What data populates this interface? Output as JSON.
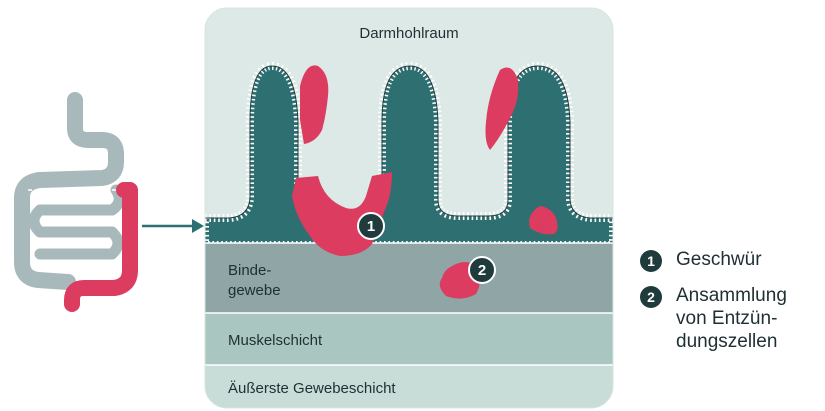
{
  "diagram": {
    "lumen_label": "Darmhohlraum",
    "layers": [
      {
        "id": "bindegewebe",
        "lines": [
          "Binde-",
          "gewebe"
        ]
      },
      {
        "id": "muskelschicht",
        "lines": [
          "Muskelschicht"
        ]
      },
      {
        "id": "aeusserste",
        "lines": [
          "Äußerste Gewebeschicht"
        ]
      }
    ],
    "markers": [
      "1",
      "2"
    ]
  },
  "legend": [
    {
      "number": "1",
      "lines": [
        "Geschwür"
      ]
    },
    {
      "number": "2",
      "lines": [
        "Ansammlung",
        "von Entzün-",
        "dungszellen"
      ]
    }
  ],
  "colors": {
    "lumen": "#dce9e6",
    "villi": "#2e6f72",
    "connective_tissue": "#8fa5a6",
    "muscle": "#a9c7c0",
    "outer": "#c9ddd8",
    "inflamed": "#dc3c60",
    "intestine": "#a8b9bb",
    "legend_badge": "#1f3b3c"
  },
  "icons": [
    "intestine-icon",
    "arrow-icon"
  ]
}
